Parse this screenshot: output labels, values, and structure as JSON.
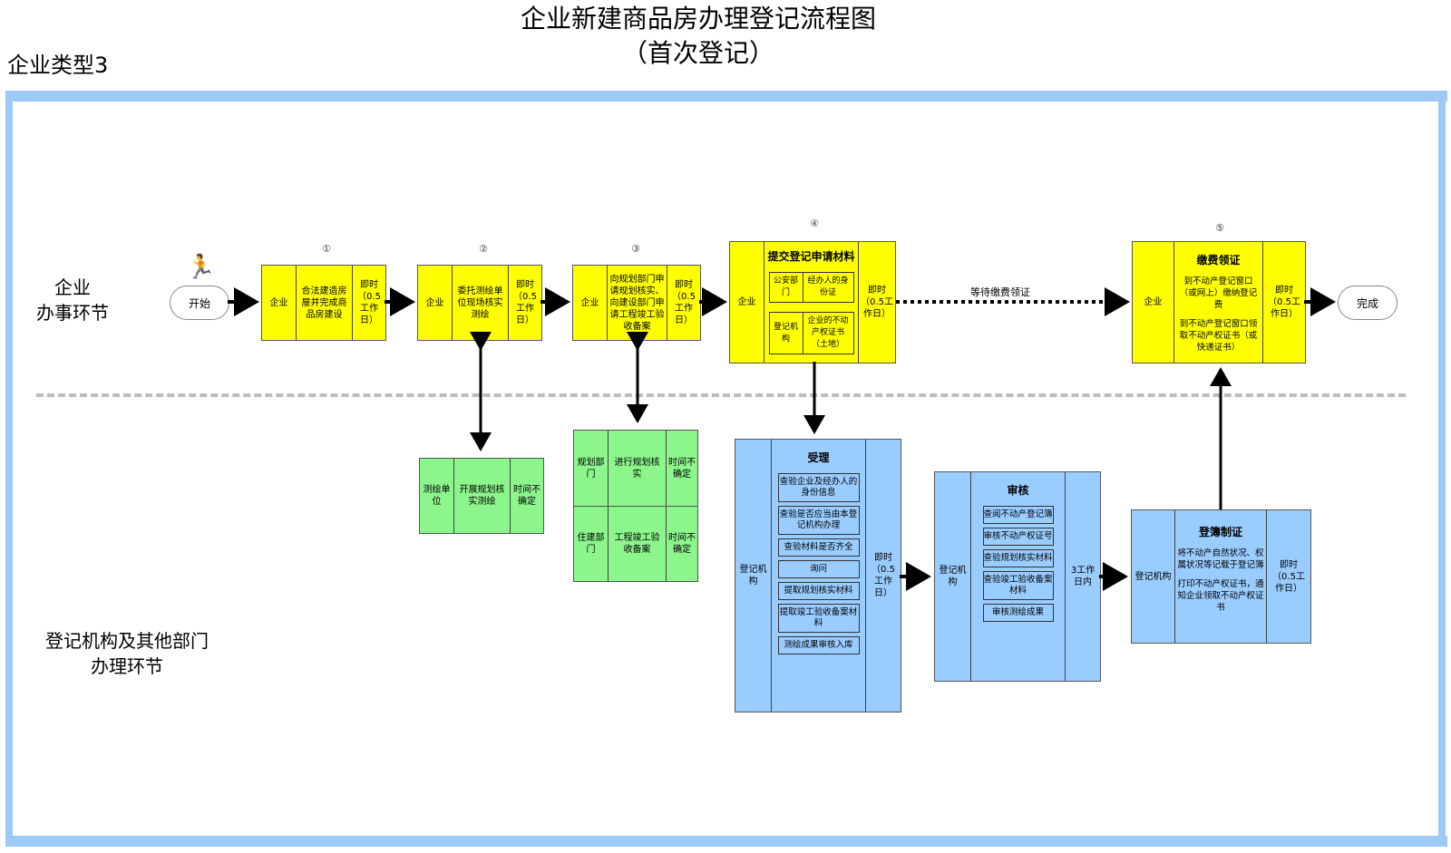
{
  "title": {
    "line1": "企业新建商品房办理登记流程图",
    "line2": "（首次登记）"
  },
  "corp_type": "企业类型3",
  "lanes": {
    "top": {
      "line1": "企业",
      "line2": "办事环节"
    },
    "bottom": {
      "line1": "登记机构及其他部门",
      "line2": "办理环节"
    }
  },
  "start": {
    "label": "开始",
    "icon": "running-person-icon"
  },
  "end": {
    "label": "完成"
  },
  "steps": [
    {
      "num": "①",
      "actor": "企业",
      "task": "合法建造房屋并完成商品房建设",
      "time": "即时（0.5工作日）"
    },
    {
      "num": "②",
      "actor": "企业",
      "task": "委托测绘单位现场核实测绘",
      "time": "即时（0.5工作日）"
    },
    {
      "num": "③",
      "actor": "企业",
      "task": "向规划部门申请规划核实、向建设部门申请工程竣工验收备案",
      "time": "即时（0.5工作日）"
    },
    {
      "num": "④",
      "actor": "企业",
      "heading": "提交登记申请材料",
      "sub": [
        {
          "dept": "公安部门",
          "doc": "经办人的身份证"
        },
        {
          "dept": "登记机构",
          "doc": "企业的不动产权证书（土地）"
        }
      ],
      "time": "即时（0.5工作日）"
    },
    {
      "num": "⑤",
      "actor": "企业",
      "heading": "缴费领证",
      "paras": [
        "到不动产登记窗口（或网上）缴纳登记费",
        "到不动产登记窗口领取不动产权证书（或快递证书）"
      ],
      "time": "即时（0.5工作日）"
    }
  ],
  "wait_label": "等待缴费领证",
  "survey": {
    "actor": "测绘单位",
    "task": "开展规划核实测绘",
    "time": "时间不确定"
  },
  "depts": [
    {
      "actor": "规划部门",
      "task": "进行规划核实",
      "time": "时间不确定"
    },
    {
      "actor": "住建部门",
      "task": "工程竣工验收备案",
      "time": "时间不确定"
    }
  ],
  "accept": {
    "actor": "登记机构",
    "heading": "受理",
    "items": [
      "查验企业及经办人的身份信息",
      "查验是否应当由本登记机构办理",
      "查验材料是否齐全",
      "询问",
      "提取规划核实材料",
      "提取竣工验收备案材料",
      "测绘成果审核入库"
    ],
    "time": "即时（0.5工作日）"
  },
  "review": {
    "actor": "登记机构",
    "heading": "审核",
    "items": [
      "查阅不动产登记簿",
      "审核不动产权证号",
      "查验规划核实材料",
      "查验竣工验收备案材料",
      "审核测绘成果"
    ],
    "time": "3工作日内"
  },
  "register": {
    "actor": "登记机构",
    "heading": "登簿制证",
    "paras": [
      "将不动产自然状况、权属状况等记载于登记簿",
      "打印不动产权证书，通知企业领取不动产权证书"
    ],
    "time": "即时（0.5工作日）"
  },
  "colors": {
    "enterprise": "#ffff00",
    "dept": "#8cf58c",
    "registry": "#99ccff",
    "frame": "#9ccaf5"
  }
}
